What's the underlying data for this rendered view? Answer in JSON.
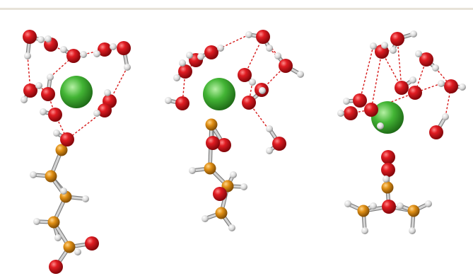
{
  "figure": {
    "panels": [
      {
        "id": "panel-1"
      },
      {
        "id": "panel-2"
      },
      {
        "id": "panel-3"
      }
    ],
    "colors": {
      "oxygen": "#d9121b",
      "hydrogen": "#e6e6e6",
      "carbon": "#d98a14",
      "ion": "#3fae34",
      "bond": "#b8b8b8",
      "hbond": "#d61a1a",
      "rule": "#e7e2d8"
    }
  }
}
